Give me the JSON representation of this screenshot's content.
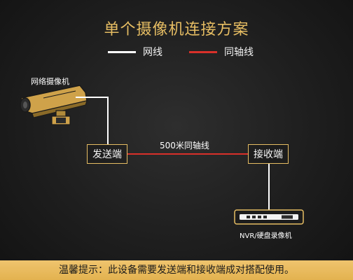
{
  "title": "单个摄像机连接方案",
  "legend": {
    "network_label": "网线",
    "coax_label": "同轴线",
    "network_color": "#ffffff",
    "coax_color": "#d9302a"
  },
  "camera": {
    "label": "网络摄像机"
  },
  "sender": {
    "label": "发送端"
  },
  "receiver": {
    "label": "接收端"
  },
  "coax_link": {
    "label": "500米同轴线"
  },
  "nvr": {
    "label": "NVR/硬盘录像机"
  },
  "footer": {
    "text": "温馨提示：此设备需要发送端和接收端成对搭配使用。"
  },
  "accent_color": "#e6bd63"
}
